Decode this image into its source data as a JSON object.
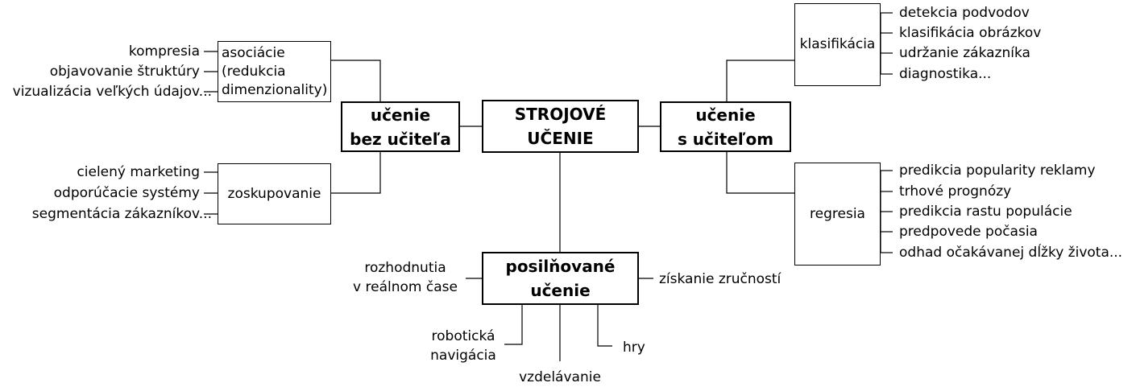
{
  "center": "STROJOVÉ\nUČENIE",
  "unsupervised": {
    "title": "učenie\nbez učiteľa",
    "association": {
      "title": "asociácie\n(redukcia\ndimenzionality)",
      "items": [
        "kompresia",
        "objavovanie štruktúry",
        "vizualizácia veľkých údajov..."
      ]
    },
    "clustering": {
      "title": "zoskupovanie",
      "items": [
        "cielený marketing",
        "odporúčacie systémy",
        "segmentácia zákazníkov..."
      ]
    }
  },
  "supervised": {
    "title": "učenie\ns učiteľom",
    "classification": {
      "title": "klasifikácia",
      "items": [
        "detekcia podvodov",
        "klasifikácia obrázkov",
        "udržanie zákazníka",
        "diagnostika..."
      ]
    },
    "regression": {
      "title": "regresia",
      "items": [
        "predikcia popularity reklamy",
        "trhové prognózy",
        "predikcia rastu populácie",
        "predpovede počasia",
        "odhad očakávanej dĺžky života..."
      ]
    }
  },
  "reinforcement": {
    "title": "posilňované\nučenie",
    "items": {
      "realtime": "rozhodnutia\nv reálnom čase",
      "skills": "získanie zručností",
      "robot": "robotická\nnavigácia",
      "education": "vzdelávanie",
      "games": "hry"
    }
  }
}
